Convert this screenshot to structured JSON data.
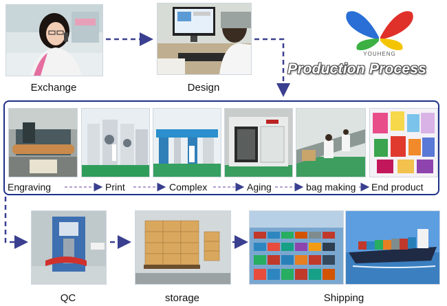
{
  "brand": {
    "name": "YOUHENG",
    "title": "Production Process",
    "colors": {
      "frame": "#1e2f86",
      "arrow": "#3a3f8f",
      "wing_red": "#e0302a",
      "wing_blue": "#2a6fd6",
      "wing_green": "#3cb043",
      "wing_yellow": "#f5c400"
    }
  },
  "top_steps": [
    {
      "label": "Exchange",
      "photo": "office-worker-phone"
    },
    {
      "label": "Design",
      "photo": "computer-desk"
    }
  ],
  "process_steps": [
    {
      "label": "Engraving",
      "photo": "engraving-machine"
    },
    {
      "label": "Print",
      "photo": "printing-press"
    },
    {
      "label": "Complex",
      "photo": "laminating-machine"
    },
    {
      "label": "Aging",
      "photo": "aging-oven"
    },
    {
      "label": "bag making",
      "photo": "bag-making-line"
    },
    {
      "label": "End product",
      "photo": "packaging-bags"
    }
  ],
  "bottom_steps": [
    {
      "label": "QC",
      "photo": "testing-machine"
    },
    {
      "label": "storage",
      "photo": "boxed-pallets"
    },
    {
      "label": "Shipping",
      "photo": "container-port-and-ship"
    }
  ]
}
